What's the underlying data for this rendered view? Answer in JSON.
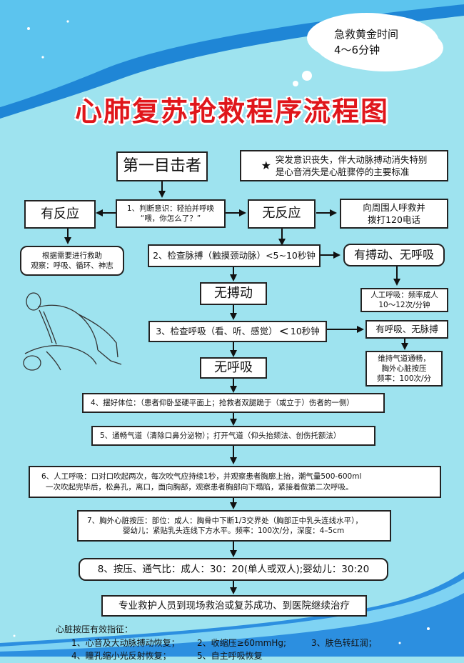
{
  "cloud": {
    "line1": "急救黄金时间",
    "line2": "4～6分钟"
  },
  "title": "心肺复苏抢救程序流程图",
  "first_witness": "第一目击者",
  "star_note": {
    "star": "★",
    "line1": "突发意识丧失，伴大动脉搏动消失特别",
    "line2": "是心音消失是心脏骤停的主要标准"
  },
  "response": "有反应",
  "step1": {
    "line1": "1、判断意识：轻拍并呼唤",
    "line2": "“喂，你怎么了？”"
  },
  "no_response": "无反应",
  "call_help": {
    "line1": "向周围人呼救并",
    "line2": "拨打120电话"
  },
  "response_action": {
    "line1": "根据需要进行救助",
    "line2": "观察：呼吸、循环、神志"
  },
  "step2": "2、检查脉搏（触摸颈动脉）<5~10秒钟",
  "pulse_no_breath": "有搏动、无呼吸",
  "artificial_resp": {
    "line1": "人工呼吸：频率成人",
    "line2": "10～12次/分钟"
  },
  "no_pulse": "无搏动",
  "step3": {
    "prefix": "3、检查呼吸（看、听、感觉）",
    "lt": "<",
    "suffix": "10秒钟"
  },
  "breath_no_pulse": "有呼吸、无脉搏",
  "maintain": {
    "line1": "维持气道通畅，",
    "line2": "胸外心脏按压",
    "line3": "频率：100次/分"
  },
  "no_breath": "无呼吸",
  "step4": "4、摆好体位：（患者仰卧坚硬平面上；抢救者双腿跪于（或立于）伤者的一侧）",
  "step5": "5、通畅气道（清除口鼻分泌物）；打开气道（仰头抬颏法、创伤托额法）",
  "step6": {
    "line1": "6、人工呼吸：口对口吹起两次，每次吹气应持续1秒，并观察患者胸廓上抬，潮气量500-600ml",
    "line2": "一次吹起完毕后，松鼻孔，离口，面向胸部，观察患者胸部向下塌陷，紧接着做第二次呼吸。"
  },
  "step7": {
    "line1": "7、胸外心脏按压：部位：成人：胸骨中下断1/3交界处（胸部正中乳头连线水平），",
    "line2": "婴幼儿：紧贴乳头连线下方水平。频率：100次/分，深度：4–5cm"
  },
  "step8": "8、按压、通气比：成人：30：20(单人或双人);婴幼儿：30:20",
  "final": "专业救护人员到现场救治或复苏成功、到医院继续治疗",
  "effective": {
    "title": "心脏按压有效指征：",
    "i1": "1、心音及大动脉搏动恢复；",
    "i2": "2、收缩压≥60mmHg;",
    "i3": "3、肤色转红润；",
    "i4": "4、瞳孔缩小光反射恢复；",
    "i5": "5、自主呼吸恢复"
  },
  "colors": {
    "background": "#9ee3ef",
    "title": "#e0161b",
    "wave": "#1f86d6"
  }
}
